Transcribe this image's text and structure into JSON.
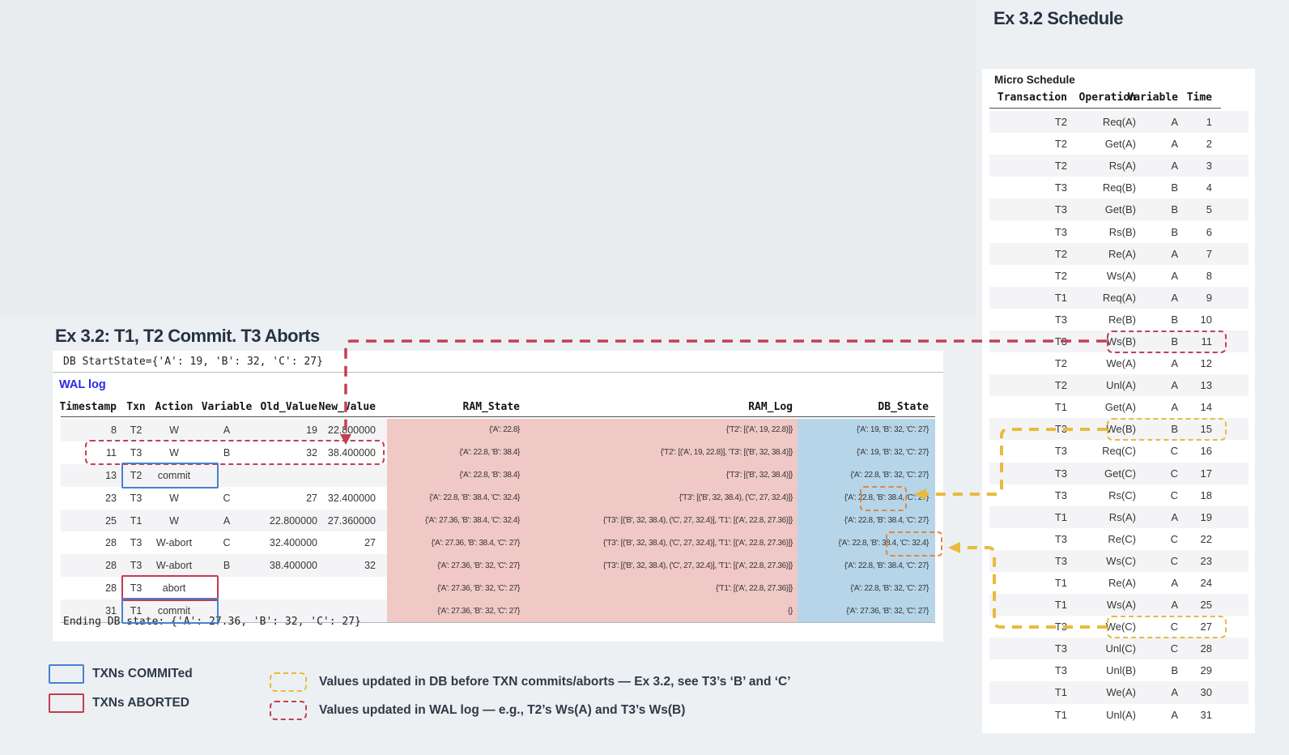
{
  "wal_panel": {
    "title": "Ex 3.2: T1, T2 Commit. T3 Aborts",
    "db_start_state": "DB StartState={'A': 19, 'B': 32, 'C': 27}",
    "wal_log_label": "WAL log",
    "ending_db_state": "Ending DB state: {'A': 27.36, 'B': 32, 'C': 27}",
    "table": {
      "headers": [
        "Timestamp",
        "Txn",
        "Action",
        "Variable",
        "Old_Value",
        "New_Value",
        "RAM_State",
        "RAM_Log",
        "DB_State"
      ],
      "rows": [
        [
          "8",
          "T2",
          "W",
          "A",
          "19",
          "22.800000",
          "{'A': 22.8}",
          "{'T2': [('A', 19, 22.8)]}",
          "{'A': 19, 'B': 32, 'C': 27}"
        ],
        [
          "11",
          "T3",
          "W",
          "B",
          "32",
          "38.400000",
          "{'A': 22.8, 'B': 38.4}",
          "{'T2': [('A', 19, 22.8)], 'T3': [('B', 32, 38.4)]}",
          "{'A': 19, 'B': 32, 'C': 27}"
        ],
        [
          "13",
          "T2",
          "commit",
          "",
          "",
          "",
          "{'A': 22.8, 'B': 38.4}",
          "{'T3': [('B', 32, 38.4)]}",
          "{'A': 22.8, 'B': 32, 'C': 27}"
        ],
        [
          "23",
          "T3",
          "W",
          "C",
          "27",
          "32.400000",
          "{'A': 22.8, 'B': 38.4, 'C': 32.4}",
          "{'T3': [('B', 32, 38.4), ('C', 27, 32.4)]}",
          "{'A': 22.8, 'B': 38.4, 'C': 27}"
        ],
        [
          "25",
          "T1",
          "W",
          "A",
          "22.800000",
          "27.360000",
          "{'A': 27.36, 'B': 38.4, 'C': 32.4}",
          "{'T3': [('B', 32, 38.4), ('C', 27, 32.4)], 'T1': [('A', 22.8, 27.36)]}",
          "{'A': 22.8, 'B': 38.4, 'C': 27}"
        ],
        [
          "28",
          "T3",
          "W-abort",
          "C",
          "32.400000",
          "27",
          "{'A': 27.36, 'B': 38.4, 'C': 27}",
          "{'T3': [('B', 32, 38.4), ('C', 27, 32.4)], 'T1': [('A', 22.8, 27.36)]}",
          "{'A': 22.8, 'B': 38.4, 'C': 32.4}"
        ],
        [
          "28",
          "T3",
          "W-abort",
          "B",
          "38.400000",
          "32",
          "{'A': 27.36, 'B': 32, 'C': 27}",
          "{'T3': [('B', 32, 38.4), ('C', 27, 32.4)], 'T1': [('A', 22.8, 27.36)]}",
          "{'A': 22.8, 'B': 38.4, 'C': 27}"
        ],
        [
          "28",
          "T3",
          "abort",
          "",
          "",
          "",
          "{'A': 27.36, 'B': 32, 'C': 27}",
          "{'T1': [('A', 22.8, 27.36)]}",
          "{'A': 22.8, 'B': 32, 'C': 27}"
        ],
        [
          "31",
          "T1",
          "commit",
          "",
          "",
          "",
          "{'A': 27.36, 'B': 32, 'C': 27}",
          "{}",
          "{'A': 27.36, 'B': 32, 'C': 27}"
        ]
      ]
    },
    "highlights": [
      {
        "row": 2,
        "style": "dash-red",
        "meaning": "values updated in WAL log"
      },
      {
        "row": 3,
        "style": "solid-blue",
        "meaning": "T2 commit"
      },
      {
        "row": 8,
        "style": "solid-red",
        "meaning": "T3 abort"
      },
      {
        "row": 9,
        "style": "solid-blue",
        "meaning": "T1 commit"
      }
    ],
    "db_state_callouts": [
      {
        "row": 4,
        "value": "'B': 38.4",
        "style": "dash-orange"
      },
      {
        "row": 6,
        "value": "'C': 32.4",
        "style": "dash-orange"
      }
    ]
  },
  "schedule_panel": {
    "title": "Ex 3.2 Schedule",
    "subtitle": "Micro Schedule",
    "headers": [
      "Transaction",
      "Operation",
      "Variable",
      "Time"
    ],
    "rows": [
      [
        "T2",
        "Req(A)",
        "A",
        "1"
      ],
      [
        "T2",
        "Get(A)",
        "A",
        "2"
      ],
      [
        "T2",
        "Rs(A)",
        "A",
        "3"
      ],
      [
        "T3",
        "Req(B)",
        "B",
        "4"
      ],
      [
        "T3",
        "Get(B)",
        "B",
        "5"
      ],
      [
        "T3",
        "Rs(B)",
        "B",
        "6"
      ],
      [
        "T2",
        "Re(A)",
        "A",
        "7"
      ],
      [
        "T2",
        "Ws(A)",
        "A",
        "8"
      ],
      [
        "T1",
        "Req(A)",
        "A",
        "9"
      ],
      [
        "T3",
        "Re(B)",
        "B",
        "10"
      ],
      [
        "T3",
        "Ws(B)",
        "B",
        "11"
      ],
      [
        "T2",
        "We(A)",
        "A",
        "12"
      ],
      [
        "T2",
        "Unl(A)",
        "A",
        "13"
      ],
      [
        "T1",
        "Get(A)",
        "A",
        "14"
      ],
      [
        "T3",
        "We(B)",
        "B",
        "15"
      ],
      [
        "T3",
        "Req(C)",
        "C",
        "16"
      ],
      [
        "T3",
        "Get(C)",
        "C",
        "17"
      ],
      [
        "T3",
        "Rs(C)",
        "C",
        "18"
      ],
      [
        "T1",
        "Rs(A)",
        "A",
        "19"
      ],
      [
        "T3",
        "Re(C)",
        "C",
        "22"
      ],
      [
        "T3",
        "Ws(C)",
        "C",
        "23"
      ],
      [
        "T1",
        "Re(A)",
        "A",
        "24"
      ],
      [
        "T1",
        "Ws(A)",
        "A",
        "25"
      ],
      [
        "T3",
        "We(C)",
        "C",
        "27"
      ],
      [
        "T3",
        "Unl(C)",
        "C",
        "28"
      ],
      [
        "T3",
        "Unl(B)",
        "B",
        "29"
      ],
      [
        "T1",
        "We(A)",
        "A",
        "30"
      ],
      [
        "T1",
        "Unl(A)",
        "A",
        "31"
      ]
    ],
    "highlights": [
      {
        "row": 11,
        "style": "dash-red",
        "meaning": "T3 Ws(B)"
      },
      {
        "row": 15,
        "style": "dash-gold",
        "meaning": "T3 We(B)"
      },
      {
        "row": 24,
        "style": "dash-gold",
        "meaning": "T3 We(C)"
      }
    ]
  },
  "legend": {
    "committed_label": "TXNs COMMITed",
    "aborted_label": "TXNs ABORTED",
    "db_updated_label": "Values updated in DB before TXN commits/aborts — Ex 3.2, see T3’s ‘B’ and ‘C’",
    "wal_updated_label": "Values updated in WAL log — e.g., T2’s Ws(A) and T3’s Ws(B)"
  },
  "colors": {
    "committed_blue": "#4a80d0",
    "aborted_red": "#c23d4e",
    "dashed_red": "#c24052",
    "dashed_gold": "#e8bb3d",
    "dashed_orange": "#e2863c",
    "ram_pink": "#f0c8c6",
    "db_blue": "#b6d5e8",
    "wal_label_blue": "#2b2be0"
  }
}
